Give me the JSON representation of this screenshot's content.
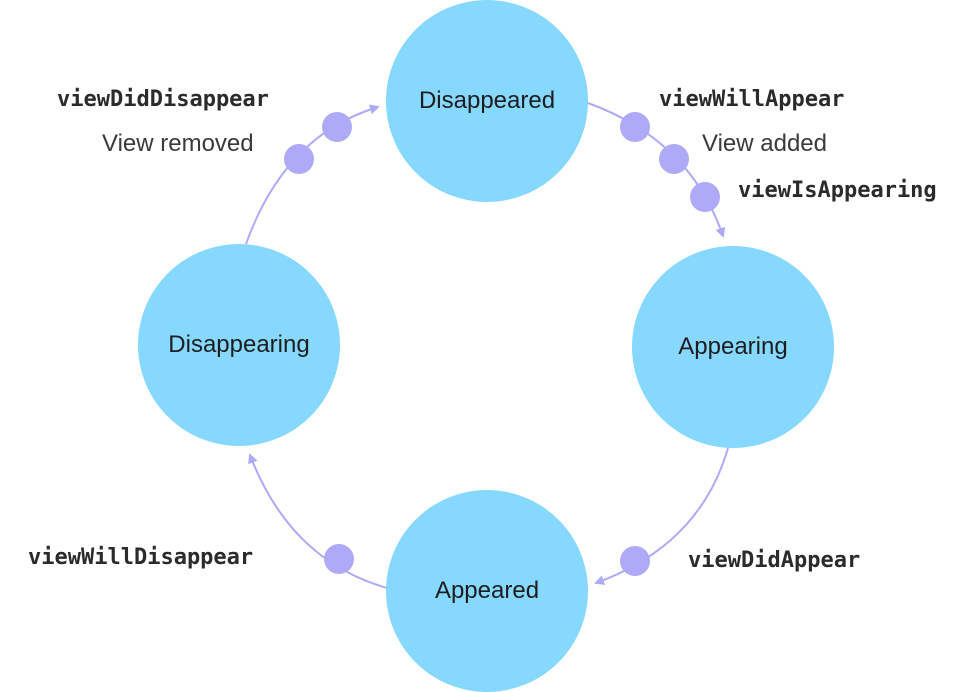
{
  "colors": {
    "state_fill": "#86d8fe",
    "accent": "#aeaaf7",
    "text": "#1d1d1f"
  },
  "states": {
    "disappeared": "Disappeared",
    "appearing": "Appearing",
    "appeared": "Appeared",
    "disappearing": "Disappearing"
  },
  "transitions": {
    "view_will_appear": "viewWillAppear",
    "view_added": "View added",
    "view_is_appearing": "viewIsAppearing",
    "view_did_appear": "viewDidAppear",
    "view_will_disappear": "viewWillDisappear",
    "view_did_disappear": "viewDidDisappear",
    "view_removed": "View removed"
  }
}
